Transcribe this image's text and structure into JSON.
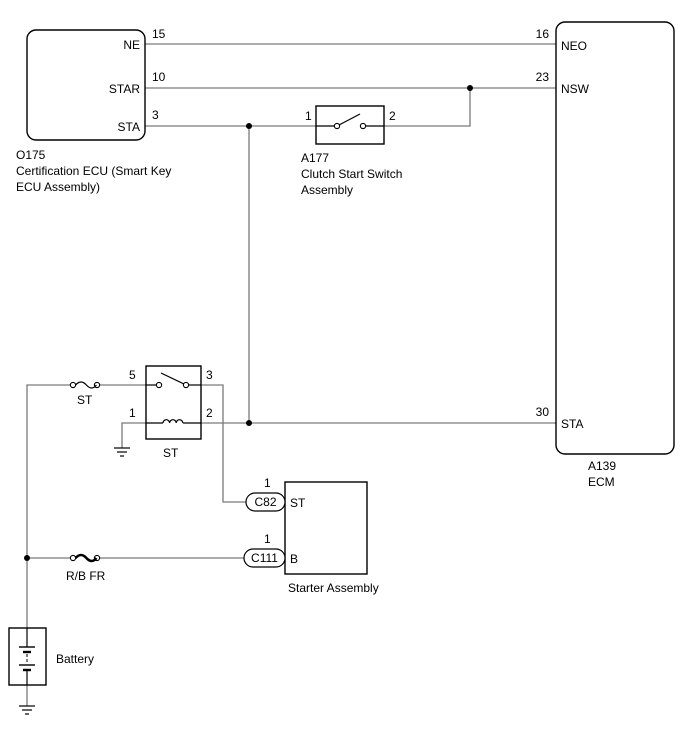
{
  "components": {
    "cert_ecu": {
      "code": "O175",
      "name_line1": "Certification ECU (Smart Key",
      "name_line2": "ECU Assembly)",
      "pins": [
        {
          "name": "NE",
          "num": "15"
        },
        {
          "name": "STAR",
          "num": "10"
        },
        {
          "name": "STA",
          "num": "3"
        }
      ]
    },
    "clutch_switch": {
      "code": "A177",
      "name_line1": "Clutch Start Switch",
      "name_line2": "Assembly",
      "pin_left": "1",
      "pin_right": "2"
    },
    "ecm": {
      "code": "A139",
      "name": "ECM",
      "pins": [
        {
          "name": "NEO",
          "num": "16"
        },
        {
          "name": "NSW",
          "num": "23"
        },
        {
          "name": "STA",
          "num": "30"
        }
      ]
    },
    "st_relay": {
      "name": "ST",
      "pin_5": "5",
      "pin_3": "3",
      "pin_1": "1",
      "pin_2": "2"
    },
    "starter": {
      "name": "Starter Assembly",
      "conn_st": {
        "connector": "C82",
        "pin": "1",
        "terminal": "ST"
      },
      "conn_b": {
        "connector": "C111",
        "pin": "1",
        "terminal": "B"
      }
    },
    "fuse_st": {
      "label": "ST"
    },
    "fuse_rb": {
      "label": "R/B FR"
    },
    "battery": {
      "label": "Battery"
    }
  }
}
